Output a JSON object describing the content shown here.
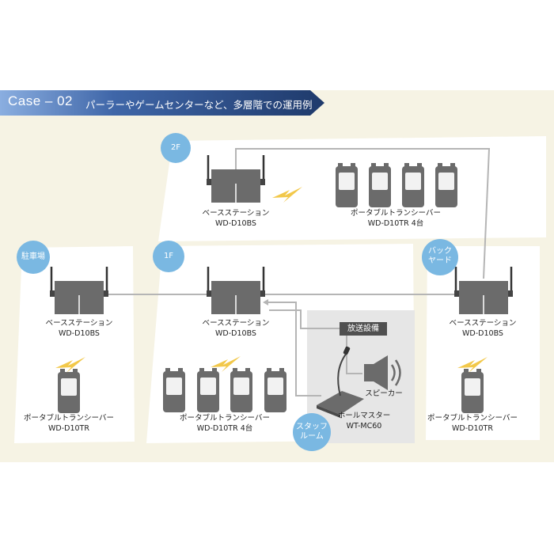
{
  "header": {
    "case_label": "Case – 02",
    "subtitle": "パーラーやゲームセンターなど、多層階での運用例"
  },
  "areas": {
    "floor_2f": "2F",
    "floor_1f": "1F",
    "parking": "駐車場",
    "backyard": "バック\nヤード",
    "staff_room": "スタッフ\nルーム"
  },
  "devices": {
    "base_station_name": "ベースステーション",
    "base_station_model": "WD-D10BS",
    "transceiver_name": "ポータブルトランシーバー",
    "transceiver_model_single": "WD-D10TR",
    "transceiver_model_four": "WD-D10TR 4台",
    "pa_label": "放送設備",
    "speaker_label": "スピーカー",
    "hall_master_name": "ホールマスター",
    "hall_master_model": "WT-MC60"
  },
  "colors": {
    "background": "#f6f3e4",
    "room": "#ffffff",
    "staff_room": "#e6e6e6",
    "device": "#6b6b6b",
    "badge": "#7ab8e2",
    "banner": "#2a4a7e",
    "banner_light": "#8aaee0",
    "signal": "#f2c84a",
    "line": "#b0b0b0"
  },
  "icons": [
    "base-station-icon",
    "transceiver-icon",
    "microphone-icon",
    "speaker-icon",
    "signal-bolt-icon"
  ]
}
